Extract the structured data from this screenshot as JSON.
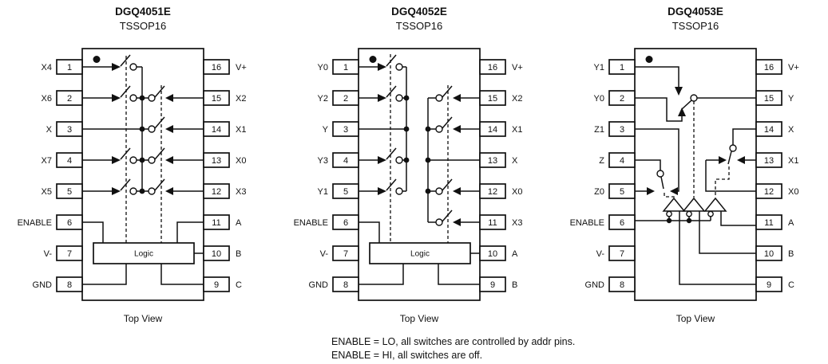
{
  "figure": {
    "top_view_label": "Top View",
    "logic_label": "Logic",
    "line_color": "#111111",
    "background": "#ffffff"
  },
  "footer": {
    "line1": "ENABLE = LO, all switches are controlled by addr pins.",
    "line2": "ENABLE = HI, all switches are off."
  },
  "chips": [
    {
      "name": "DGQ4051E",
      "package": "TSSOP16",
      "left_pins": [
        {
          "num": "1",
          "label": "X4"
        },
        {
          "num": "2",
          "label": "X6"
        },
        {
          "num": "3",
          "label": "X"
        },
        {
          "num": "4",
          "label": "X7"
        },
        {
          "num": "5",
          "label": "X5"
        },
        {
          "num": "6",
          "label": "ENABLE"
        },
        {
          "num": "7",
          "label": "V-"
        },
        {
          "num": "8",
          "label": "GND"
        }
      ],
      "right_pins": [
        {
          "num": "16",
          "label": "V+"
        },
        {
          "num": "15",
          "label": "X2"
        },
        {
          "num": "14",
          "label": "X1"
        },
        {
          "num": "13",
          "label": "X0"
        },
        {
          "num": "12",
          "label": "X3"
        },
        {
          "num": "11",
          "label": "A"
        },
        {
          "num": "10",
          "label": "B"
        },
        {
          "num": "9",
          "label": "C"
        }
      ]
    },
    {
      "name": "DGQ4052E",
      "package": "TSSOP16",
      "left_pins": [
        {
          "num": "1",
          "label": "Y0"
        },
        {
          "num": "2",
          "label": "Y2"
        },
        {
          "num": "3",
          "label": "Y"
        },
        {
          "num": "4",
          "label": "Y3"
        },
        {
          "num": "5",
          "label": "Y1"
        },
        {
          "num": "6",
          "label": "ENABLE"
        },
        {
          "num": "7",
          "label": "V-"
        },
        {
          "num": "8",
          "label": "GND"
        }
      ],
      "right_pins": [
        {
          "num": "16",
          "label": "V+"
        },
        {
          "num": "15",
          "label": "X2"
        },
        {
          "num": "14",
          "label": "X1"
        },
        {
          "num": "13",
          "label": "X"
        },
        {
          "num": "12",
          "label": "X0"
        },
        {
          "num": "11",
          "label": "X3"
        },
        {
          "num": "10",
          "label": "A"
        },
        {
          "num": "9",
          "label": "B"
        }
      ]
    },
    {
      "name": "DGQ4053E",
      "package": "TSSOP16",
      "left_pins": [
        {
          "num": "1",
          "label": "Y1"
        },
        {
          "num": "2",
          "label": "Y0"
        },
        {
          "num": "3",
          "label": "Z1"
        },
        {
          "num": "4",
          "label": "Z"
        },
        {
          "num": "5",
          "label": "Z0"
        },
        {
          "num": "6",
          "label": "ENABLE"
        },
        {
          "num": "7",
          "label": "V-"
        },
        {
          "num": "8",
          "label": "GND"
        }
      ],
      "right_pins": [
        {
          "num": "16",
          "label": "V+"
        },
        {
          "num": "15",
          "label": "Y"
        },
        {
          "num": "14",
          "label": "X"
        },
        {
          "num": "13",
          "label": "X1"
        },
        {
          "num": "12",
          "label": "X0"
        },
        {
          "num": "11",
          "label": "A"
        },
        {
          "num": "10",
          "label": "B"
        },
        {
          "num": "9",
          "label": "C"
        }
      ]
    }
  ]
}
